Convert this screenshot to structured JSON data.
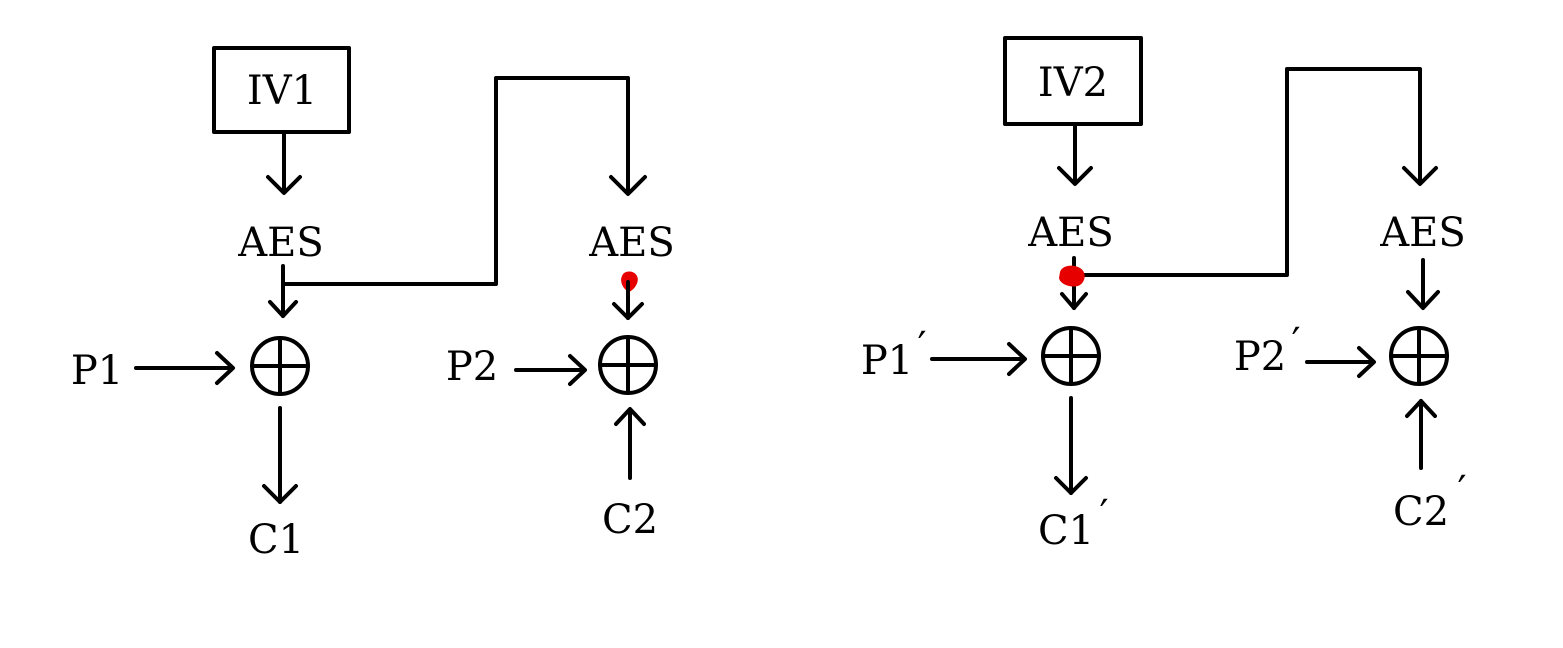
{
  "left": {
    "iv": "IV1",
    "aes1": "AES",
    "aes2": "AES",
    "p1": "P1",
    "p2": "P2",
    "c1": "C1",
    "c2": "C2"
  },
  "right": {
    "iv": "IV2",
    "aes1": "AES",
    "aes2": "AES",
    "p1": "P1",
    "p2": "P2",
    "c1": "C1",
    "c2": "C2",
    "prime": "′"
  },
  "colors": {
    "ink": "#000000",
    "highlight": "#e60000"
  }
}
